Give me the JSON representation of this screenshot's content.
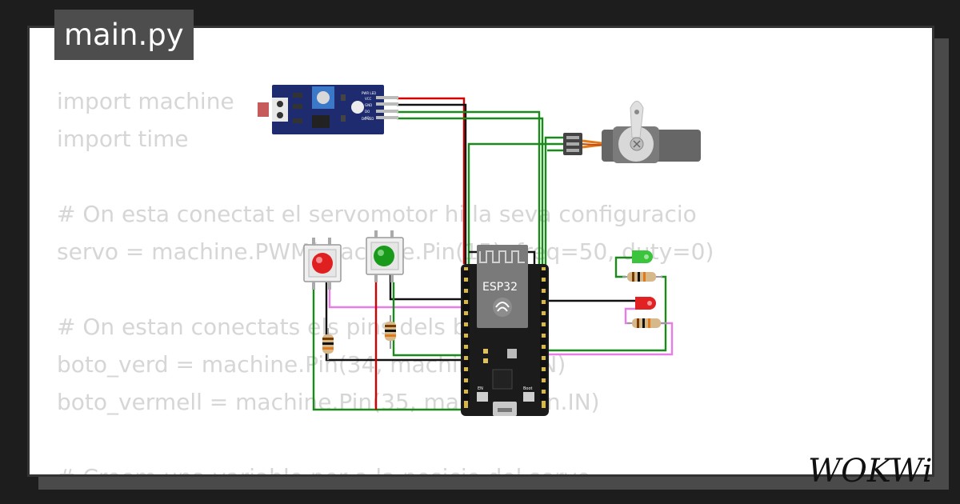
{
  "file_tab": {
    "label": "main.py"
  },
  "code_lines": [
    "import machine",
    "import time",
    "",
    "# On esta conectat el servomotor hi la seva configuracio",
    "servo = machine.PWM(machine.Pin(15), freq=50, duty=0)",
    "",
    "# On estan conectats els pins dels botons.",
    "boto_verd = machine.Pin(34, machine.Pin.IN)",
    "boto_vermell = machine.Pin(35, machine.Pin.IN)",
    "",
    "# Creem una variable per a la posicio del servo"
  ],
  "sensor_module": {
    "pin_labels": [
      "VCC",
      "GND",
      "DO",
      "AO"
    ],
    "led_labels": [
      "PWR LED",
      "DO LED"
    ]
  },
  "esp32": {
    "label": "ESP32",
    "buttons": [
      "EN",
      "Boot"
    ]
  },
  "branding": {
    "logo_text": "WOKWi"
  },
  "colors": {
    "wire_red": "#d40000",
    "wire_black": "#111111",
    "wire_green": "#1a8a1a",
    "wire_pink": "#e67ee6",
    "led_green": "#3cc43c",
    "led_red": "#e22222",
    "button_red": "#e02020",
    "button_green": "#1a9a1a"
  }
}
